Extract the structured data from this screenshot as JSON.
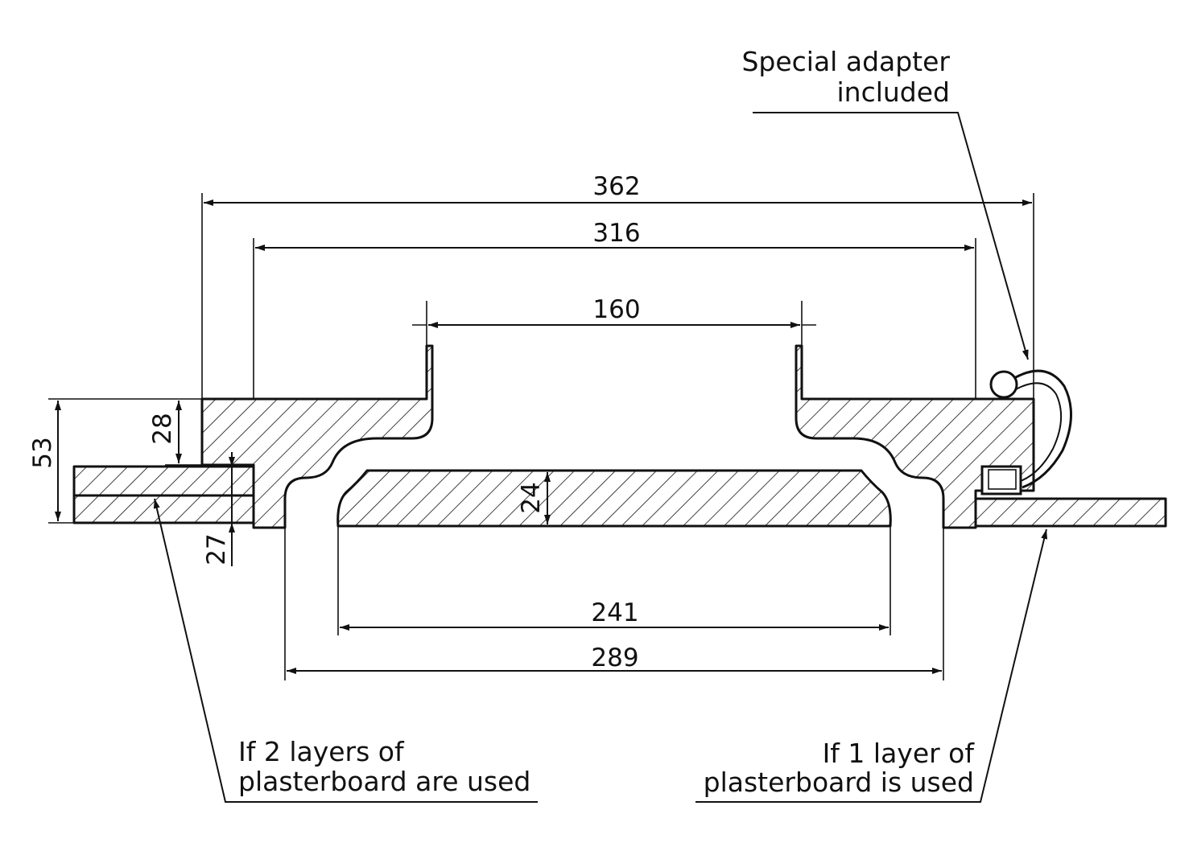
{
  "dimensions": {
    "overall_width": "362",
    "flange_width": "316",
    "neck_width": "160",
    "inner_width": "241",
    "body_width": "289",
    "total_height": "53",
    "flange_height": "28",
    "plasterboard_thickness": "27",
    "cover_thickness": "24"
  },
  "notes": {
    "adapter_line1": "Special adapter",
    "adapter_line2": "included",
    "two_layers_line1": "If 2 layers of",
    "two_layers_line2": "plasterboard are used",
    "one_layer_line1": "If 1 layer of",
    "one_layer_line2": "plasterboard is used"
  },
  "colors": {
    "line": "#111111",
    "background": "#ffffff"
  }
}
